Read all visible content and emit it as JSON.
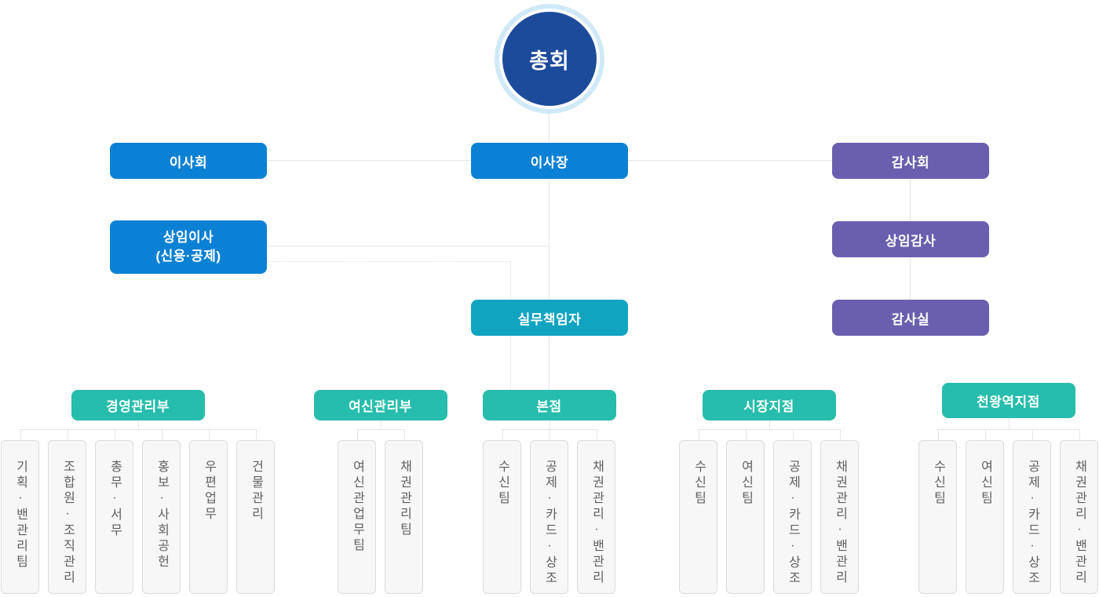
{
  "assembly": {
    "label": "총회"
  },
  "boxes": {
    "board": "이사회",
    "chairman": "이사장",
    "audit_committee": "감사회",
    "executive_director_line1": "상임이사",
    "executive_director_line2": "(신용·공제)",
    "standing_auditor": "상임감사",
    "working_manager": "실무책임자",
    "audit_office": "감사실"
  },
  "departments": [
    {
      "label": "경영관리부",
      "children": [
        "기획·밴관리팀",
        "조합원·조직관리",
        "총무·서무",
        "홍보·사회공헌",
        "우편업무",
        "건물관리"
      ]
    },
    {
      "label": "여신관리부",
      "children": [
        "여신관업무팀",
        "채권관리팀"
      ]
    },
    {
      "label": "본점",
      "children": [
        "수신팀",
        "공제·카드·상조",
        "채권관리·밴관리"
      ]
    },
    {
      "label": "시장지점",
      "children": [
        "수신팀",
        "여신팀",
        "공제·카드·상조",
        "채권관리·밴관리"
      ]
    },
    {
      "label": "천왕역지점",
      "children": [
        "수신팀",
        "여신팀",
        "공제·카드·상조",
        "채권관리·밴관리"
      ]
    }
  ],
  "colors": {
    "assembly_navy": "#1d4b9c",
    "assembly_ring": "#cfe9f8",
    "primary_blue": "#0a81d4",
    "audit_purple": "#6a5fae",
    "manager_teal": "#10a4c1",
    "department_green": "#26bdac",
    "connector_gray": "#e5e5e5",
    "team_box_bg": "#f7f7f7",
    "team_text": "#5f5f5f"
  }
}
